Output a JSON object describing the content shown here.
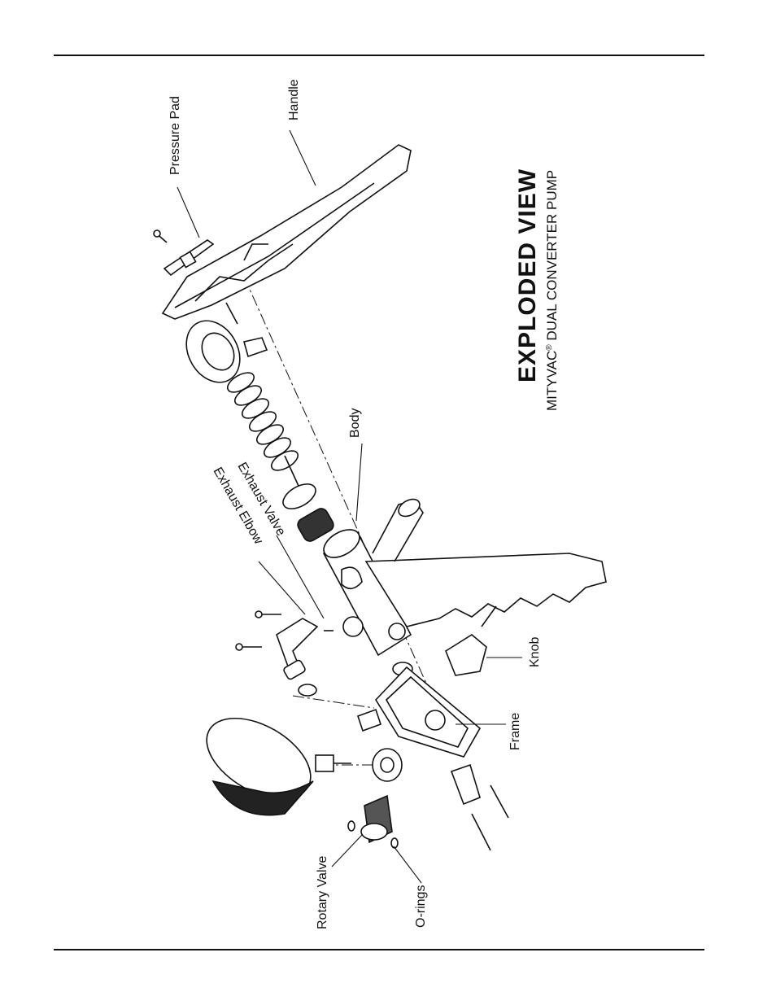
{
  "title": {
    "main": "EXPLODED VIEW",
    "brand": "MITYVAC",
    "registered": "®",
    "subtitle_rest": " DUAL CONVERTER PUMP"
  },
  "callouts": {
    "pressure_pad": "Pressure Pad",
    "handle": "Handle",
    "body": "Body",
    "exhaust_valve": "Exhaust Valve",
    "exhaust_elbow": "Exhaust Elbow",
    "knob": "Knob",
    "frame": "Frame",
    "rotary_valve": "Rotary Valve",
    "o_rings": "O-rings"
  }
}
